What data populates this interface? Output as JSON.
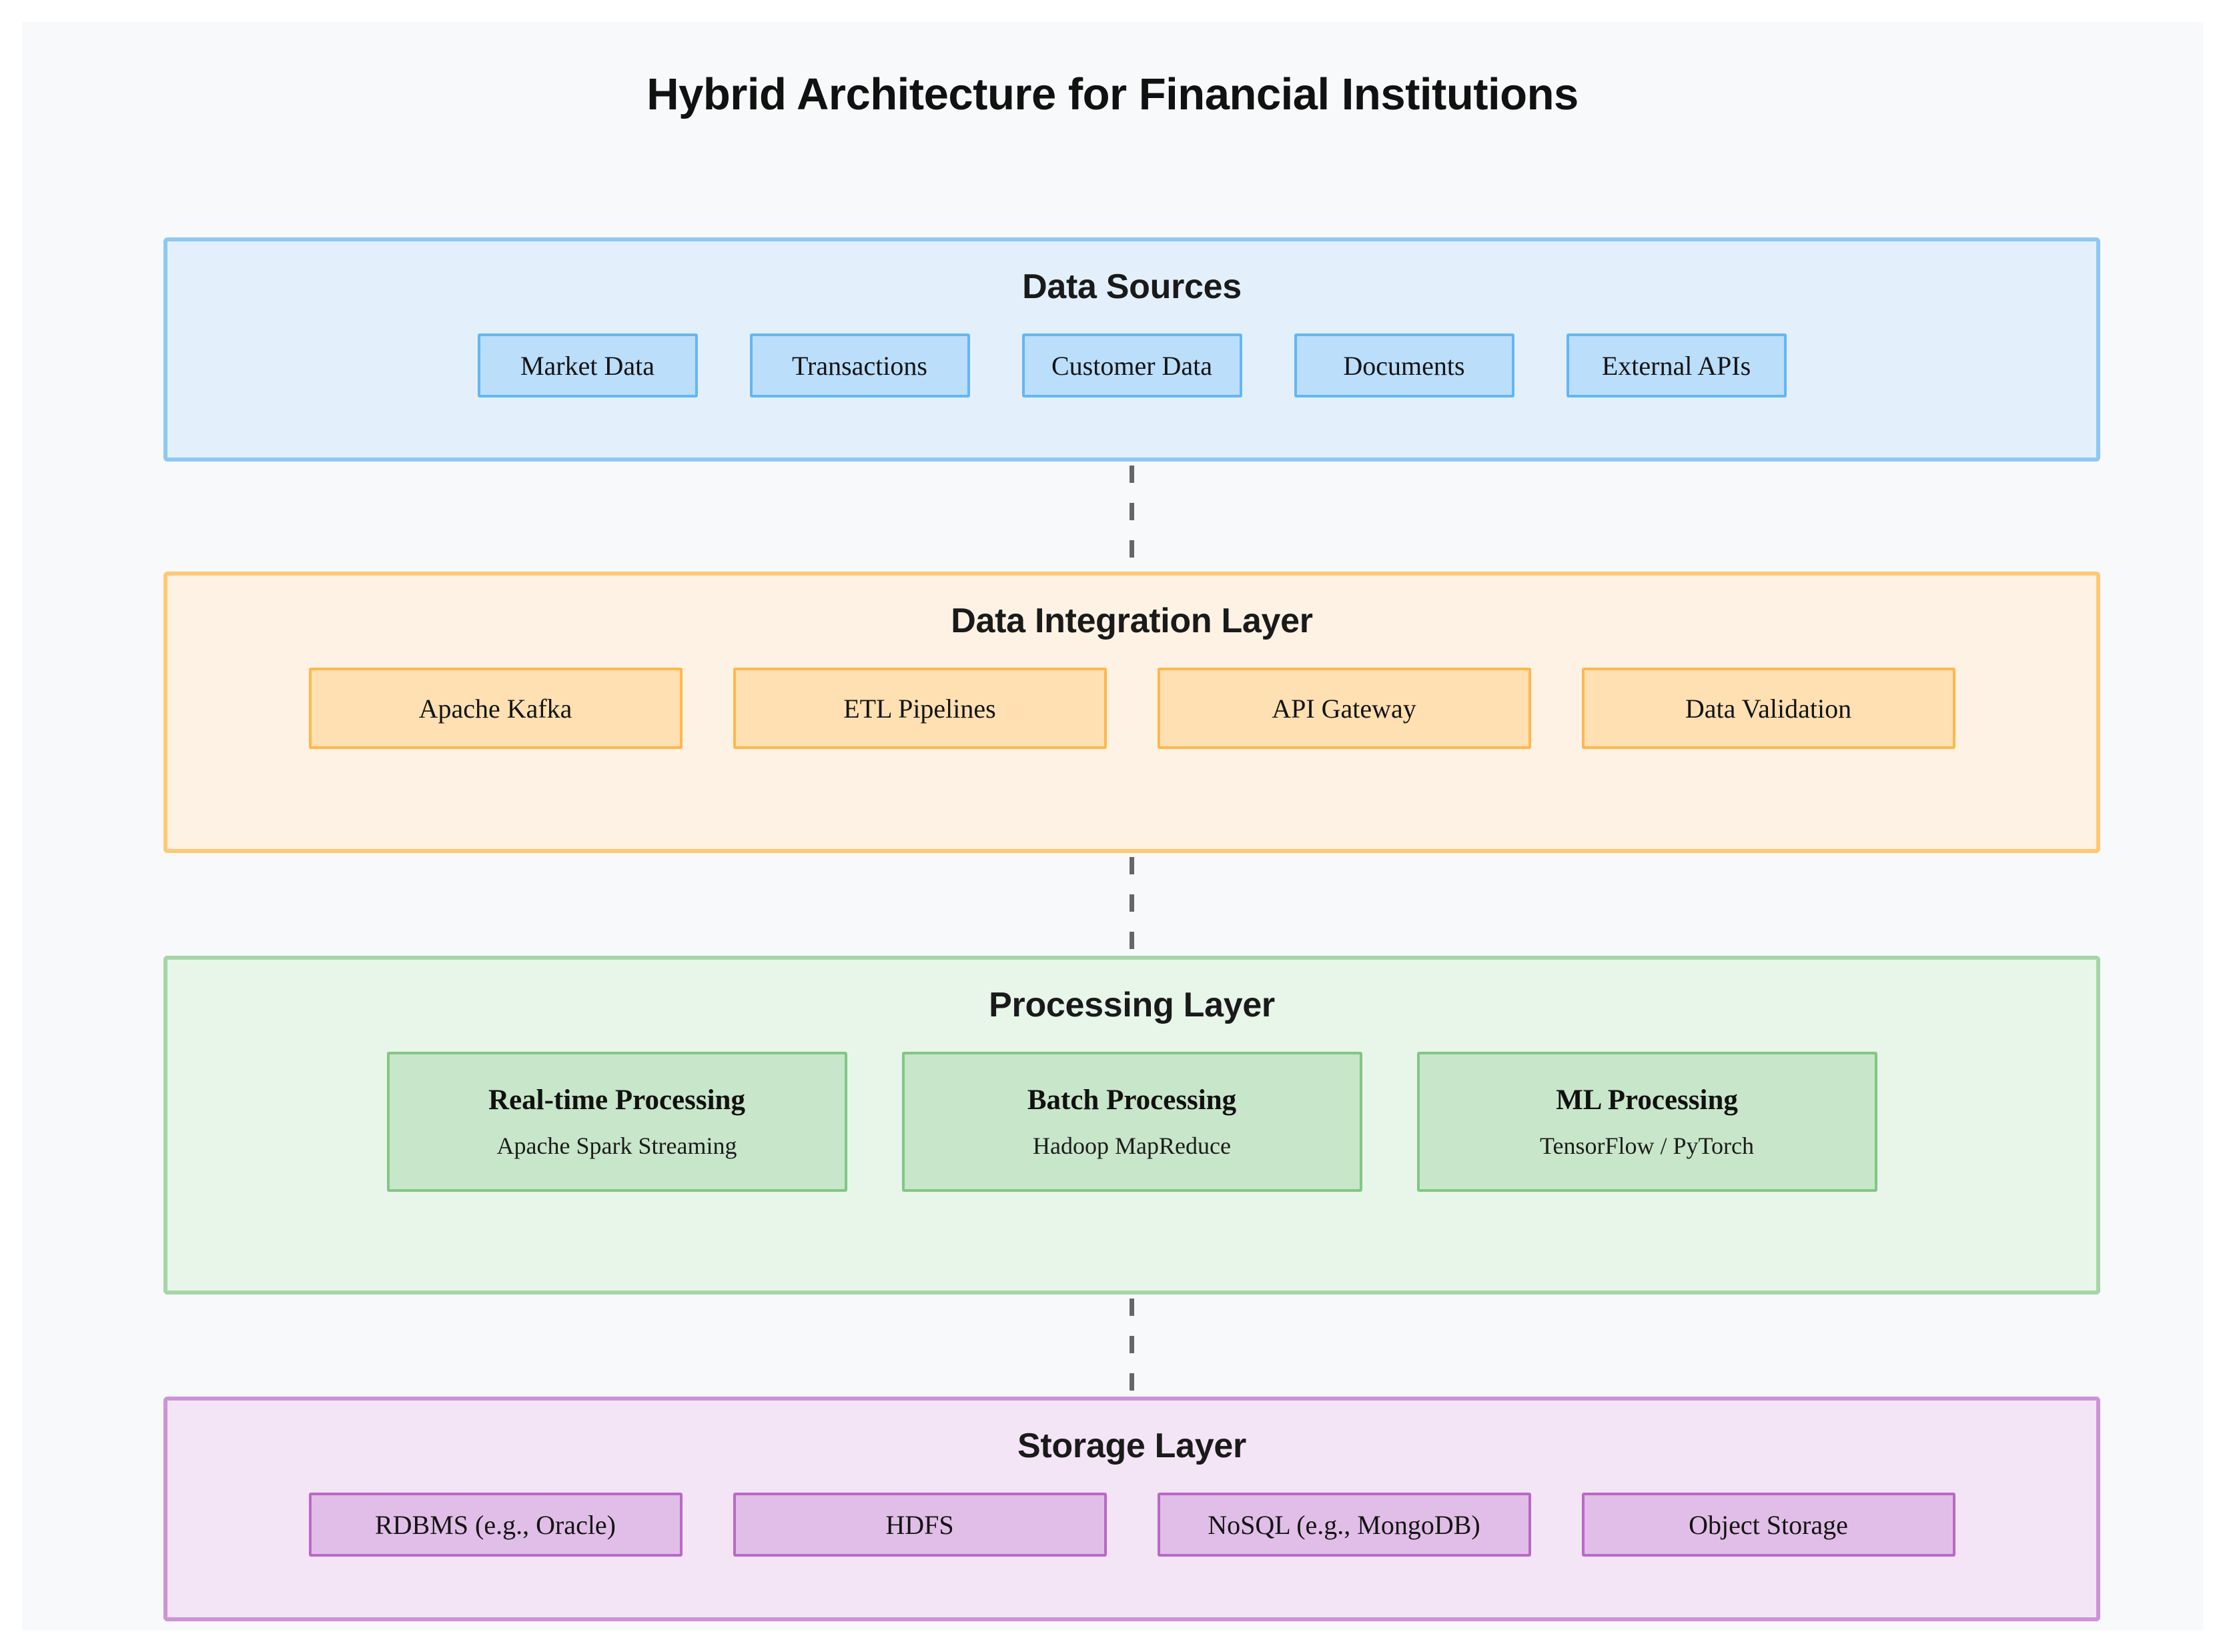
{
  "title": "Hybrid Architecture for Financial Institutions",
  "colors": {
    "page_background": "#f7f9fa",
    "data_sources_fill": "#e3f0fb",
    "data_sources_border": "#8dc8f4",
    "data_sources_node_fill": "#bbdefb",
    "data_sources_node_border": "#64b5f6",
    "data_integration_fill": "#fdf2e3",
    "data_integration_border": "#ffc875",
    "data_integration_node_fill": "#ffe0b2",
    "data_integration_node_border": "#ffb74d",
    "processing_fill": "#e8f5e9",
    "processing_border": "#a5d6a7",
    "processing_node_fill": "#c8e6c9",
    "processing_node_border": "#81c784",
    "storage_fill": "#f3e5f5",
    "storage_border": "#ce93d8",
    "storage_node_fill": "#e1bee7",
    "storage_node_border": "#ba68c8",
    "connector": "#666666"
  },
  "layers": [
    {
      "id": "data-sources",
      "title": "Data Sources",
      "nodes": [
        {
          "label": "Market Data"
        },
        {
          "label": "Transactions"
        },
        {
          "label": "Customer Data"
        },
        {
          "label": "Documents"
        },
        {
          "label": "External APIs"
        }
      ]
    },
    {
      "id": "data-integration",
      "title": "Data Integration Layer",
      "nodes": [
        {
          "label": "Apache Kafka"
        },
        {
          "label": "ETL Pipelines"
        },
        {
          "label": "API Gateway"
        },
        {
          "label": "Data Validation"
        }
      ]
    },
    {
      "id": "processing",
      "title": "Processing Layer",
      "nodes": [
        {
          "label": "Real-time Processing",
          "sublabel": "Apache Spark Streaming"
        },
        {
          "label": "Batch Processing",
          "sublabel": "Hadoop MapReduce"
        },
        {
          "label": "ML Processing",
          "sublabel": "TensorFlow / PyTorch"
        }
      ]
    },
    {
      "id": "storage",
      "title": "Storage Layer",
      "nodes": [
        {
          "label": "RDBMS (e.g., Oracle)"
        },
        {
          "label": "HDFS"
        },
        {
          "label": "NoSQL (e.g., MongoDB)"
        },
        {
          "label": "Object Storage"
        }
      ]
    }
  ],
  "connectors": [
    {
      "from": "Data Sources",
      "to": "Data Integration Layer",
      "style": "dashed-vertical"
    },
    {
      "from": "Data Integration Layer",
      "to": "Processing Layer",
      "style": "dashed-vertical"
    },
    {
      "from": "Processing Layer",
      "to": "Storage Layer",
      "style": "dashed-vertical"
    }
  ]
}
